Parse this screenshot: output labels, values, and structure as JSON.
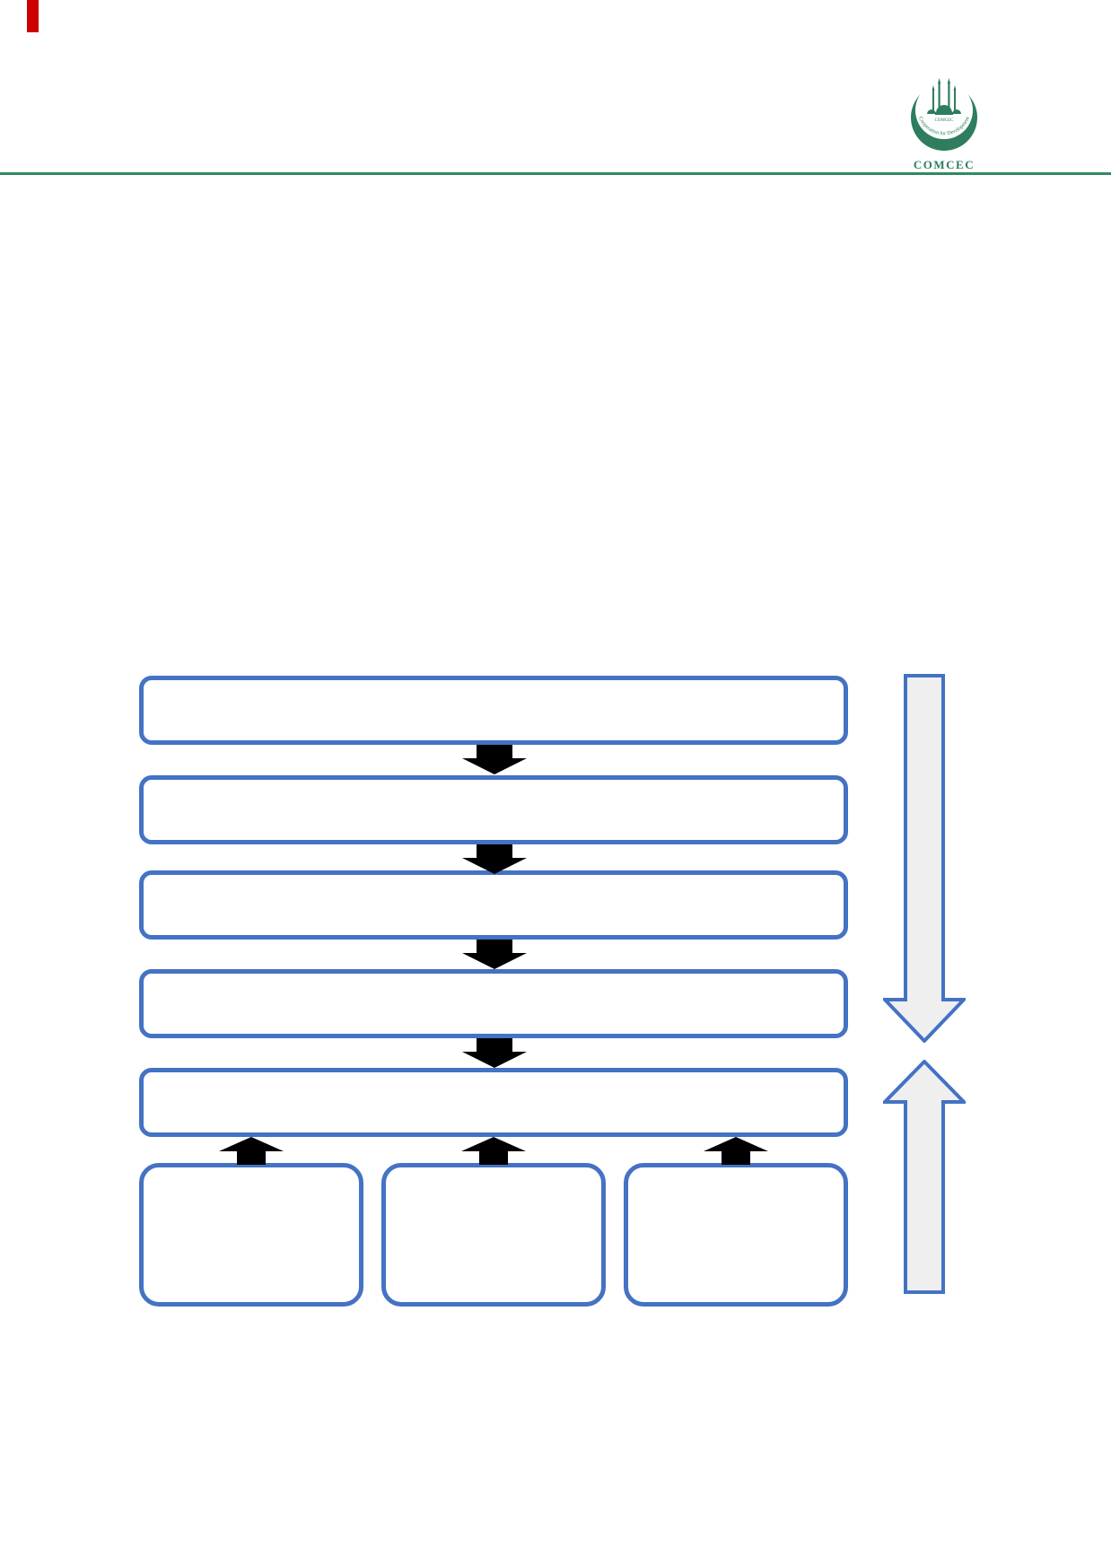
{
  "page": {
    "kind": "report-page-with-flowchart",
    "background_color": "#FFFFFF"
  },
  "header": {
    "logo_caption": "COMCEC",
    "logo_curved_text": "Cooperation for Development",
    "logo_inner_text": "COMCEC",
    "logo_color": "#2E7D5E",
    "rule_color": "#2F8A60"
  },
  "cursor_mark": {
    "color": "#CC0000"
  },
  "diagram": {
    "type": "flowchart",
    "box_border_color": "#4472C4",
    "box_fill_color": "#FFFFFF",
    "connector_color": "#000000",
    "side_arrow_fill_color": "#EFEFEF",
    "side_arrow_border_color": "#4472C4",
    "flow_boxes": [
      {
        "label": ""
      },
      {
        "label": ""
      },
      {
        "label": ""
      },
      {
        "label": ""
      },
      {
        "label": ""
      }
    ],
    "bottom_boxes": [
      {
        "label": ""
      },
      {
        "label": ""
      },
      {
        "label": ""
      }
    ]
  }
}
